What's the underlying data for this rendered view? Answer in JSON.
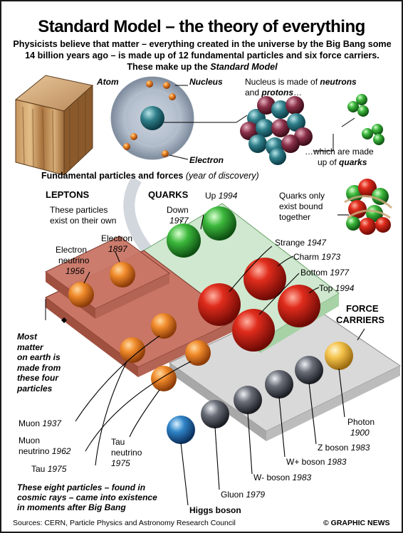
{
  "title": "Standard Model – the theory of everything",
  "intro": {
    "text": "Physicists believe that matter – everything created in the universe by the Big Bang some 14 billion years ago – is made up of 12 fundamental particles and six force carriers. These make up the ",
    "emphasis": "Standard Model"
  },
  "top": {
    "atom": "Atom",
    "nucleus": "Nucleus",
    "electron": "Electron",
    "nucleus_desc_1": "Nucleus is made of ",
    "neutrons": "neutrons",
    "nucleus_desc_2": "and ",
    "protons": "protons",
    "nucleus_desc_3": "…",
    "quarks_desc_1": "…which are made",
    "quarks_desc_2": "up of ",
    "quarks": "quarks"
  },
  "section": {
    "heading": "Fundamental particles and forces ",
    "heading_note": "(year of discovery)"
  },
  "leptons": {
    "heading": "LEPTONS",
    "desc_1": "These particles",
    "desc_2": "exist on their own",
    "electron": "Electron",
    "electron_year": "1897",
    "electron_neutrino_1": "Electron",
    "electron_neutrino_2": "neutrino",
    "electron_neutrino_year": "1956",
    "muon": "Muon",
    "muon_year": "1937",
    "muon_neutrino_1": "Muon",
    "muon_neutrino_2": "neutrino",
    "muon_neutrino_year": "1962",
    "tau": "Tau",
    "tau_year": "1975",
    "tau_neutrino_1": "Tau",
    "tau_neutrino_2": "neutrino",
    "tau_neutrino_year": "1975"
  },
  "quarks": {
    "heading": "QUARKS",
    "up": "Up",
    "up_year": "1994",
    "down": "Down",
    "down_year": "1977",
    "bound_1": "Quarks only",
    "bound_2": "exist bound",
    "bound_3": "together",
    "strange": "Strange",
    "strange_year": "1947",
    "charm": "Charm",
    "charm_year": "1973",
    "bottom": "Bottom",
    "bottom_year": "1977",
    "top": "Top",
    "top_year": "1994"
  },
  "note_left": [
    "Most",
    "matter",
    "on earth is",
    "made from",
    "these four",
    "particles"
  ],
  "note_bottom": [
    "These eight particles – found in",
    "cosmic rays – came into existence",
    "in moments after Big Bang"
  ],
  "force": {
    "heading_1": "FORCE",
    "heading_2": "CARRIERS",
    "photon": "Photon",
    "photon_year": "1900",
    "z": "Z boson",
    "z_year": "1983",
    "wplus": "W+ boson",
    "wplus_year": "1983",
    "wminus": "W- boson",
    "wminus_year": "1983",
    "gluon": "Gluon",
    "gluon_year": "1979",
    "higgs": "Higgs boson"
  },
  "footer": {
    "sources": "Sources: CERN, Particle Physics and Astronomy Research Council",
    "credit": "© GRAPHIC NEWS"
  },
  "colors": {
    "lepton": "#e07a1f",
    "quark_red": "#d7261b",
    "quark_green": "#3aa83a",
    "boson_grey": "#5a5e66",
    "higgs_blue": "#2f7fc1",
    "photon_gold": "#f0b53a",
    "lepton_plate": "#c8766a",
    "quark_plate": "#bfe0bf",
    "boson_plate": "#d8d8d8"
  }
}
